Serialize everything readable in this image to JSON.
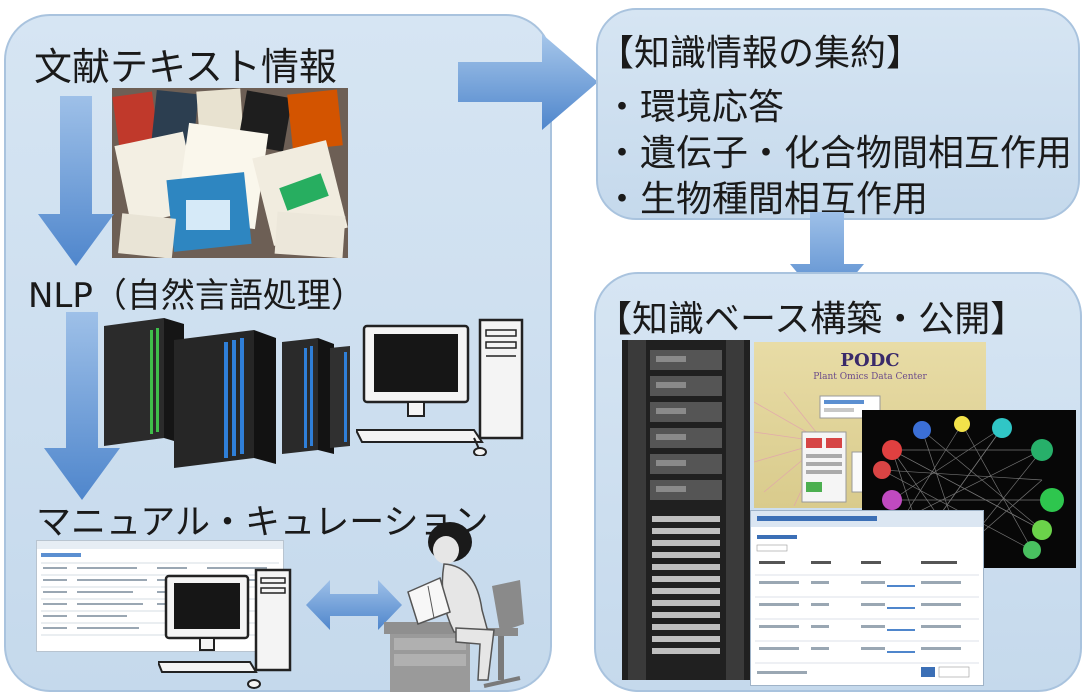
{
  "left_panel": {
    "title": "文献テキスト情報",
    "step_nlp": "NLP（自然言語処理）",
    "step_curation": "マニュアル・キュレーション"
  },
  "top_right_panel": {
    "heading": "【知識情報の集約】",
    "items": [
      "・環境応答",
      "・遺伝子・化合物間相互作用",
      "・生物種間相互作用"
    ]
  },
  "bottom_right_panel": {
    "heading": "【知識ベース構築・公開】",
    "podc_title": "PODC",
    "podc_subtitle": "Plant Omics Data Center"
  },
  "colors": {
    "panel_fill": "#cfe0f1",
    "arrow_blue": "#5b8fd1",
    "rack_green": "#3fbf4a",
    "rack_blue": "#2f7fd8"
  }
}
